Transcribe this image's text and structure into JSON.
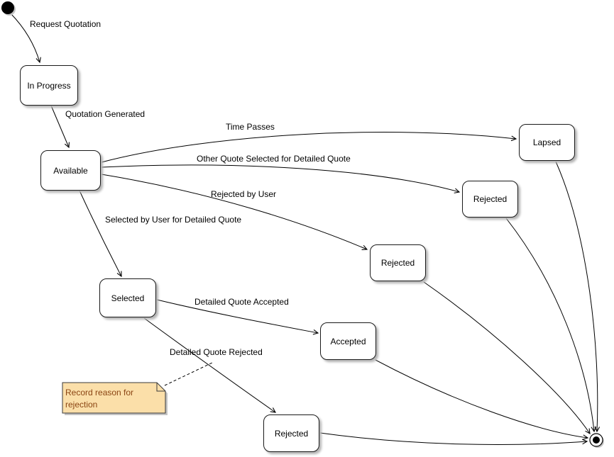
{
  "diagram": {
    "type": "uml-state-diagram",
    "states": {
      "initial": {
        "kind": "initial"
      },
      "in_progress": {
        "label": "In Progress"
      },
      "available": {
        "label": "Available"
      },
      "lapsed": {
        "label": "Lapsed"
      },
      "rejected_top": {
        "label": "Rejected"
      },
      "rejected_mid": {
        "label": "Rejected"
      },
      "selected": {
        "label": "Selected"
      },
      "accepted": {
        "label": "Accepted"
      },
      "rejected_bottom": {
        "label": "Rejected"
      },
      "final": {
        "kind": "final"
      }
    },
    "transitions": {
      "request_quotation": {
        "from": "initial",
        "to": "in_progress",
        "label": "Request Quotation"
      },
      "quotation_generated": {
        "from": "in_progress",
        "to": "available",
        "label": "Quotation Generated"
      },
      "time_passes": {
        "from": "available",
        "to": "lapsed",
        "label": "Time Passes"
      },
      "other_quote_selected": {
        "from": "available",
        "to": "rejected_top",
        "label": "Other Quote Selected for Detailed Quote"
      },
      "rejected_by_user": {
        "from": "available",
        "to": "rejected_mid",
        "label": "Rejected by User"
      },
      "selected_by_user": {
        "from": "available",
        "to": "selected",
        "label": "Selected by User for Detailed Quote"
      },
      "detailed_quote_accepted": {
        "from": "selected",
        "to": "accepted",
        "label": "Detailed Quote Accepted"
      },
      "detailed_quote_rejected": {
        "from": "selected",
        "to": "rejected_bottom",
        "label": "Detailed Quote Rejected"
      },
      "lapsed_to_final": {
        "from": "lapsed",
        "to": "final",
        "label": ""
      },
      "rejected_top_to_final": {
        "from": "rejected_top",
        "to": "final",
        "label": ""
      },
      "rejected_mid_to_final": {
        "from": "rejected_mid",
        "to": "final",
        "label": ""
      },
      "accepted_to_final": {
        "from": "accepted",
        "to": "final",
        "label": ""
      },
      "rejected_bottom_to_final": {
        "from": "rejected_bottom",
        "to": "final",
        "label": ""
      }
    },
    "note": {
      "text": "Record reason for rejection",
      "attached_to": "detailed_quote_rejected"
    },
    "colors": {
      "state_fill": "#ffffff",
      "state_border": "#1a1a1a",
      "line": "#000000",
      "note_fill": "#fbdfa9",
      "note_border": "#3a3a3a",
      "note_text": "#8b4513",
      "shadow": "#c4c4c4"
    }
  }
}
